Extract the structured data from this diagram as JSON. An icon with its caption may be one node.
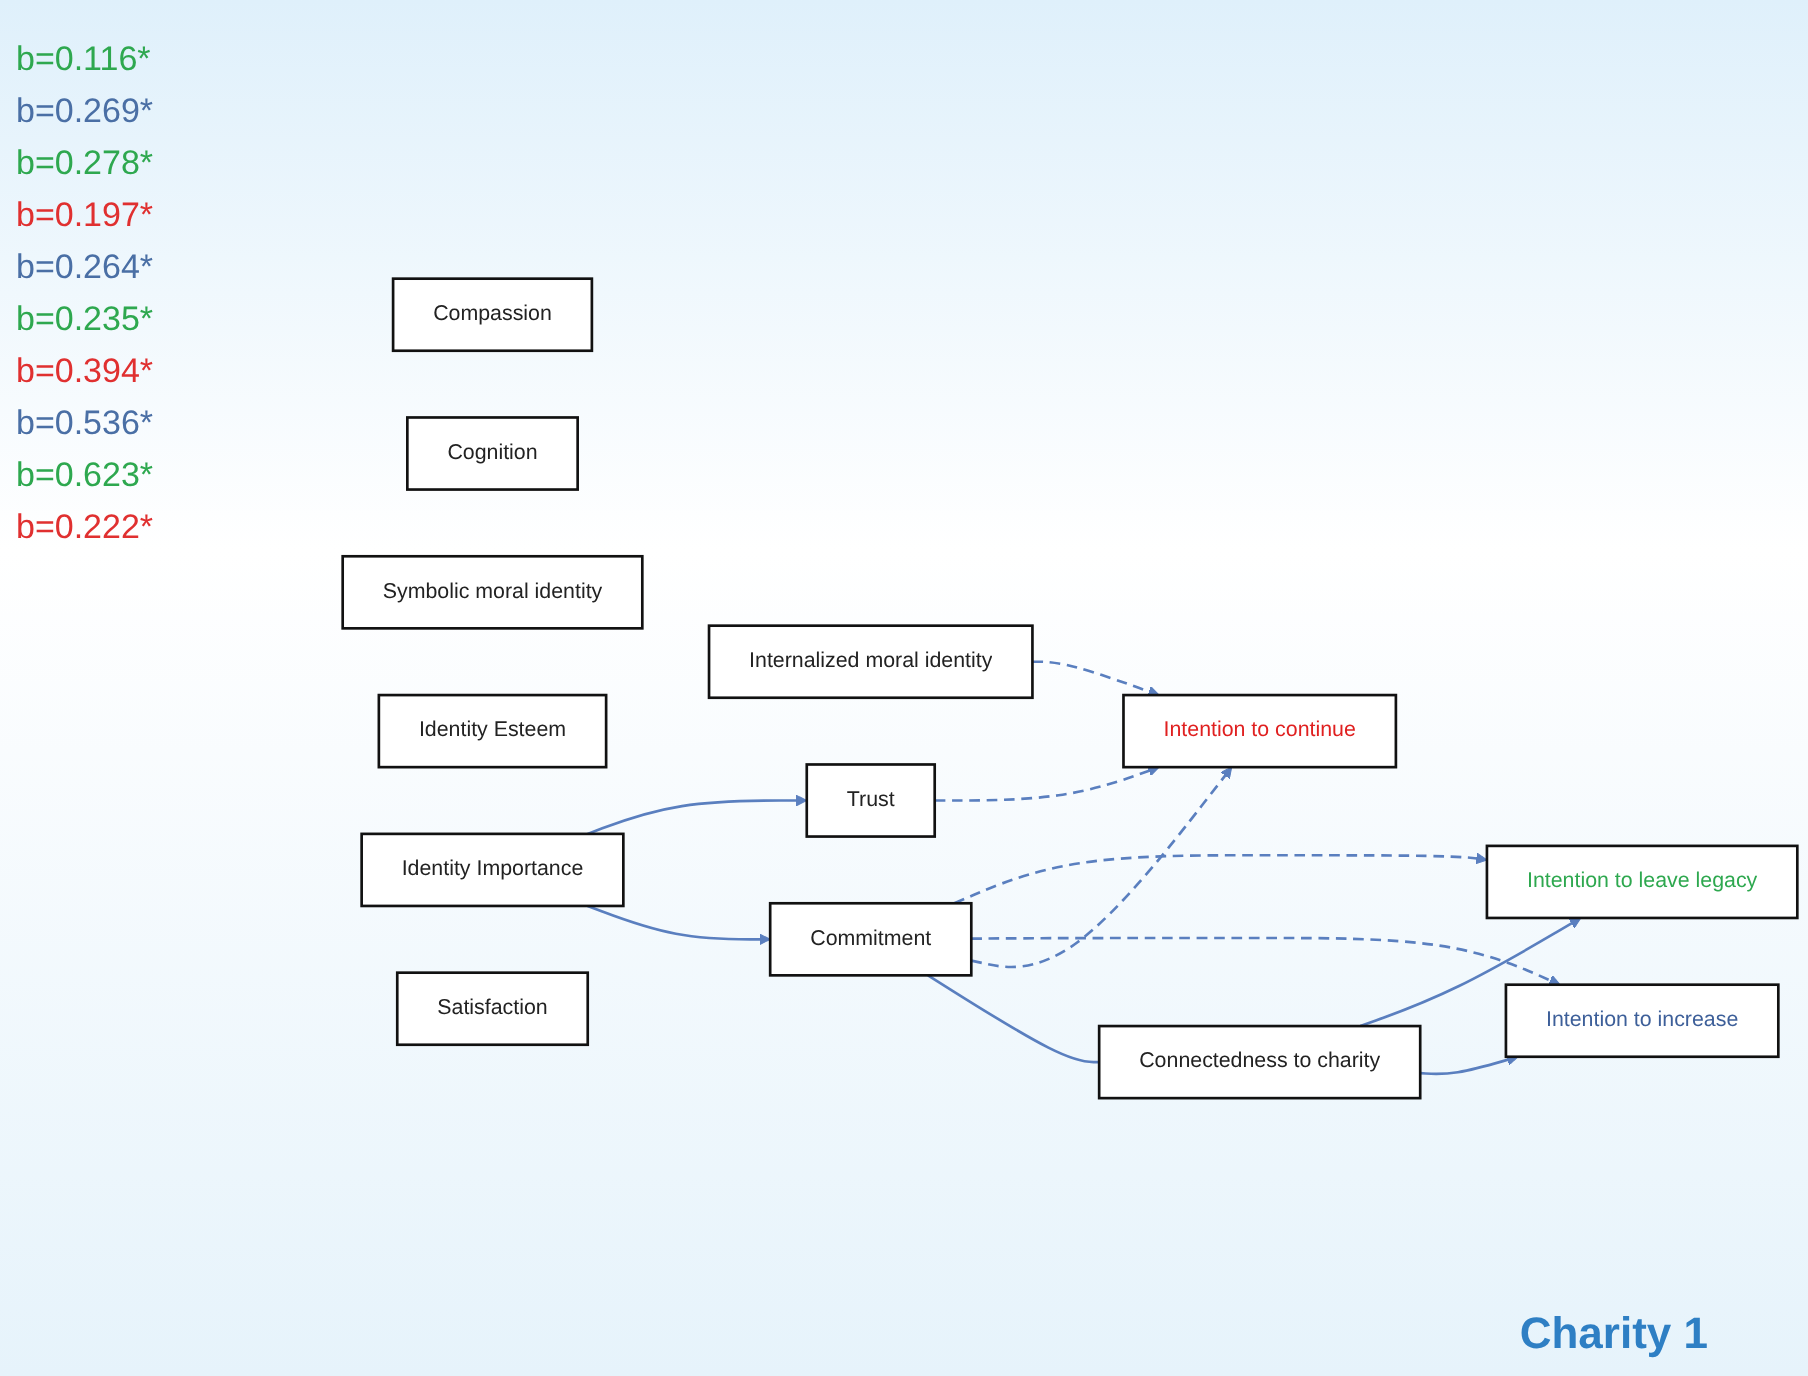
{
  "diagram": {
    "nodes": [
      {
        "text": [
          "Compassion"
        ]
      },
      {
        "text": [
          "Cognition"
        ]
      },
      {
        "text": [
          "Internalized moral identity"
        ]
      },
      {
        "text": [
          "Symbolic moral identity"
        ]
      },
      {
        "text": [
          "Identity Esteem"
        ]
      },
      {
        "text": [
          "Identity Importance"
        ]
      },
      {
        "text": [
          "Connectedness to charity"
        ]
      },
      {
        "text": [
          "Commitment"
        ]
      },
      {
        "text": [
          "Satisfaction"
        ]
      },
      {
        "text": [
          "Trust"
        ]
      },
      {
        "text": [
          "Intention to continue"
        ]
      },
      {
        "text": [
          "Intention to increase"
        ]
      },
      {
        "text": [
          "Intention to leave legacy"
        ]
      }
    ],
    "edges": [
      {
        "from": 2,
        "to": 10,
        "arrow": "to",
        "style": "dashed"
      },
      {
        "from": 5,
        "to": 7,
        "arrow": "to"
      },
      {
        "from": 5,
        "to": 9,
        "arrow": "to"
      },
      {
        "from": 7,
        "to": 6,
        "arrow": "none"
      },
      {
        "from": 6,
        "to": 11,
        "arrow": "to"
      },
      {
        "from": 6,
        "to": 12,
        "arrow": "to"
      },
      {
        "from": 7,
        "to": 10,
        "arrow": "to",
        "style": "dashed"
      },
      {
        "from": 7,
        "to": 11,
        "arrow": "to",
        "style": "dashed"
      },
      {
        "from": 7,
        "to": 12,
        "arrow": "to",
        "style": "dashed"
      },
      {
        "from": 9,
        "to": 10,
        "arrow": "to",
        "style": "dashed"
      }
    ],
    "labels": [
      "b=0.116*",
      "b=0.269*",
      "b=0.278*",
      "b=0.197*",
      "b=0.264*",
      "b=0.235*",
      "b=0.394*",
      "b=0.536*",
      "b=0.623*",
      "b=0.222*",
      "Charity 1"
    ]
  }
}
